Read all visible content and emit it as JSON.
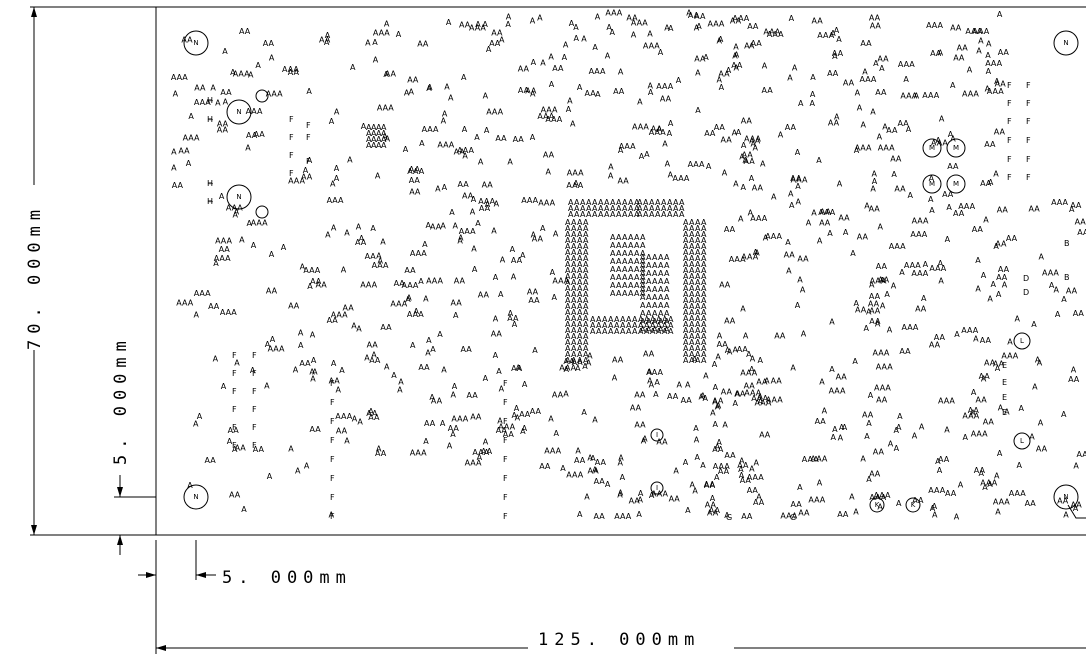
{
  "dimensions": {
    "height": "70. 000mm",
    "left_margin": "5. 000mm",
    "bottom_margin": "5. 000mm",
    "width": "125. 000mm"
  },
  "board": {
    "corner_marker_label": "N",
    "marker_labels": [
      "H",
      "F",
      "M",
      "L",
      "K",
      "I",
      "B",
      "G",
      "D",
      "E"
    ],
    "component_glyph": "A"
  }
}
